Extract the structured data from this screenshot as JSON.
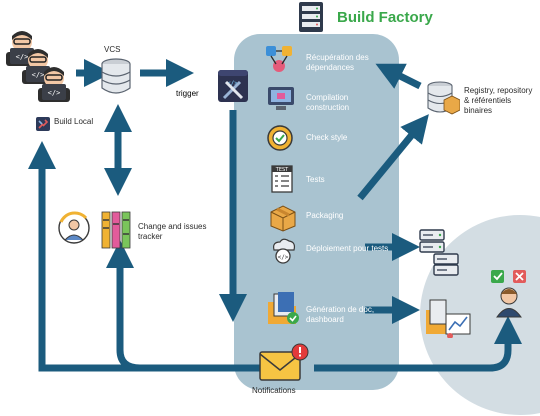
{
  "title": "Build Factory",
  "labels": {
    "vcs": "VCS",
    "build_local": "Build Local",
    "trigger": "trigger",
    "tracker": "Change and issues tracker",
    "registry": "Registry, repository & référentiels binaires",
    "notifications": "Notifications"
  },
  "steps": [
    {
      "label": "Récupération des dépendances",
      "icon": "dependency-icon"
    },
    {
      "label": "Compilation construction",
      "icon": "compile-icon"
    },
    {
      "label": "Check style",
      "icon": "gear-check-icon"
    },
    {
      "label": "Tests",
      "icon": "test-icon"
    },
    {
      "label": "Packaging",
      "icon": "package-icon"
    },
    {
      "label": "Déploiement pour tests",
      "icon": "deploy-icon"
    },
    {
      "label": "Génération de doc, dashboard",
      "icon": "doc-icon"
    }
  ],
  "colors": {
    "title": "#3aa84b",
    "arrow": "#1b5b7e",
    "panel": "#a9c3d0",
    "circle": "#d3dde3"
  }
}
